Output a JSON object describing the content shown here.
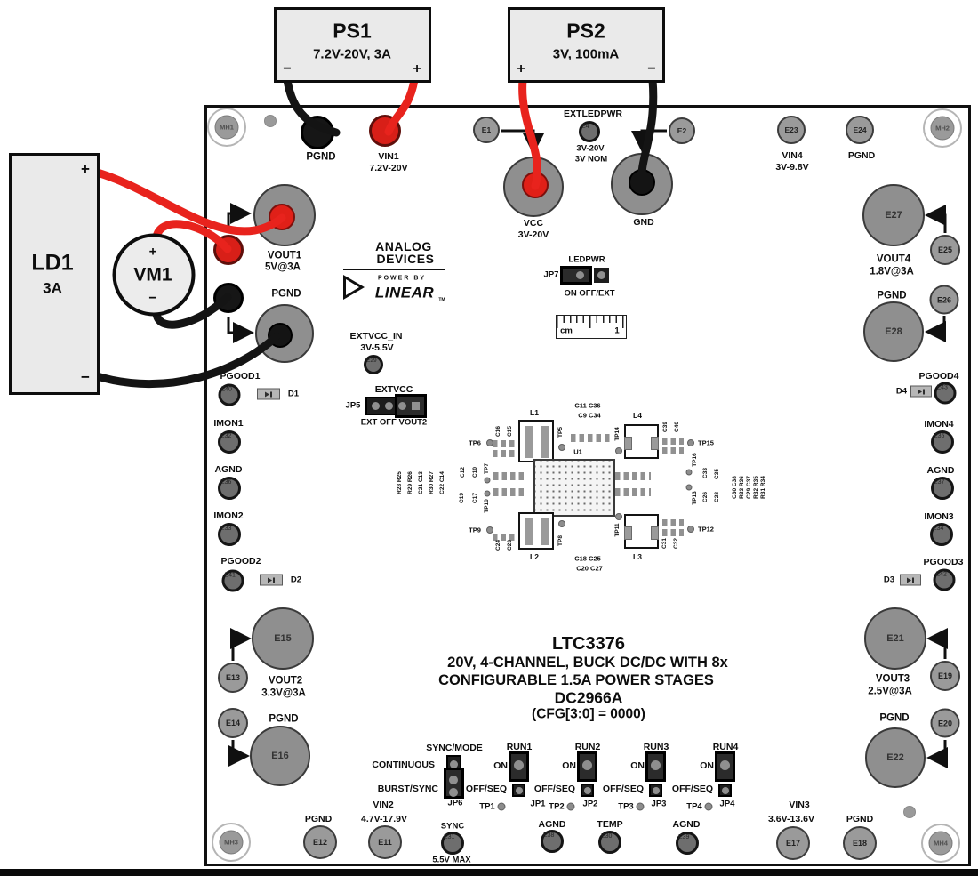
{
  "instruments": {
    "ps1": {
      "name": "PS1",
      "spec": "7.2V-20V, 3A"
    },
    "ps2": {
      "name": "PS2",
      "spec": "3V, 100mA"
    },
    "ld1": {
      "name": "LD1",
      "spec": "3A"
    },
    "vm1": {
      "name": "VM1"
    },
    "plus": "+",
    "minus": "−"
  },
  "board": {
    "pgnd": "PGND",
    "agnd": "AGND",
    "mh": {
      "mh1": "MH1",
      "mh2": "MH2",
      "mh3": "MH3",
      "mh4": "MH4"
    },
    "top": {
      "vin1": "VIN1",
      "vin1_range": "7.2V-20V",
      "e1": "E1",
      "vcc": "VCC",
      "vcc_range": "3V-20V",
      "extledpwr": "EXTLEDPWR",
      "e4": "E4",
      "e4_range": "3V-20V",
      "e4_nom": "3V NOM",
      "e2": "E2",
      "gnd": "GND",
      "e23": "E23",
      "vin4": "VIN4",
      "vin4_range": "3V-9.8V",
      "e24": "E24"
    },
    "left": {
      "vout1": "VOUT1",
      "vout1_spec": "5V@3A",
      "pgood1": "PGOOD1",
      "e40": "E40",
      "d1": "D1",
      "imon1": "IMON1",
      "e32": "E32",
      "e36": "E36",
      "imon2": "IMON2",
      "e33": "E33",
      "pgood2": "PGOOD2",
      "e41": "E41",
      "d2": "D2",
      "e15": "E15",
      "e13": "E13",
      "vout2": "VOUT2",
      "vout2_spec": "3.3V@3A",
      "e14": "E14",
      "e16": "E16"
    },
    "right": {
      "e27": "E27",
      "e25": "E25",
      "vout4": "VOUT4",
      "vout4_spec": "1.8V@3A",
      "e26": "E26",
      "e28": "E28",
      "pgood4": "PGOOD4",
      "d4": "D4",
      "e43": "E43",
      "imon4": "IMON4",
      "e35": "E35",
      "e37": "E37",
      "imon3": "IMON3",
      "e34": "E34",
      "pgood3": "PGOOD3",
      "d3": "D3",
      "e42": "E42",
      "e21": "E21",
      "e19": "E19",
      "vout3": "VOUT3",
      "vout3_spec": "2.5V@3A",
      "e20": "E20",
      "e22": "E22"
    },
    "bottom": {
      "e12": "E12",
      "vin2": "VIN2",
      "vin2_range": "4.7V-17.9V",
      "e11": "E11",
      "sync": "SYNC",
      "e31": "E31",
      "sync_max": "5.5V MAX",
      "e38": "E38",
      "temp": "TEMP",
      "e30": "E30",
      "e39": "E39",
      "vin3": "VIN3",
      "vin3_range": "3.6V-13.6V",
      "e17": "E17",
      "e18": "E18"
    },
    "logo": {
      "analog": "ANALOG",
      "devices": "DEVICES",
      "power_by": "POWER BY",
      "linear": "LINEAR",
      "tm": "TM"
    },
    "extvcc_in": {
      "label": "EXTVCC_IN",
      "range": "3V-5.5V",
      "e29": "E29"
    },
    "extvcc": {
      "label": "EXTVCC",
      "jp": "JP5",
      "legend": "EXT OFF VOUT2"
    },
    "ledpwr": {
      "label": "LEDPWR",
      "jp": "JP7",
      "legend": "ON OFF/EXT"
    },
    "ruler": {
      "cm": "cm",
      "one": "1"
    },
    "title": {
      "l1": "LTC3376",
      "l2": "20V, 4-CHANNEL, BUCK DC/DC WITH 8x",
      "l3": "CONFIGURABLE 1.5A POWER STAGES",
      "l4": "DC2966A",
      "l5": "(CFG[3:0] = 0000)"
    },
    "center": {
      "u1": "U1",
      "l1": "L1",
      "l2": "L2",
      "l3": "L3",
      "l4": "L4",
      "tp5": "TP5",
      "tp6": "TP6",
      "tp7": "TP7",
      "tp8": "TP8",
      "tp9": "TP9",
      "tp10": "TP10",
      "tp11": "TP11",
      "tp12": "TP12",
      "tp13": "TP13",
      "tp14": "TP14",
      "tp15": "TP15",
      "tp16": "TP16",
      "c16": "C16",
      "c15": "C15",
      "c24": "C24",
      "c23": "C23",
      "c39": "C39",
      "c40": "C40",
      "c31": "C31",
      "c32": "C32",
      "c12": "C12",
      "c10": "C10",
      "c19": "C19",
      "c17": "C17",
      "c33": "C33",
      "c35": "C35",
      "c26": "C26",
      "c28": "C28",
      "caps_t1": "C11 C36",
      "caps_t2": "C9 C34",
      "caps_b1": "C18 C25",
      "caps_b2": "C20 C27",
      "left_cols": [
        "R28 R25",
        "R29 R26",
        "C21 C13",
        "R30 R27",
        "C22 C14"
      ],
      "right_cols": [
        "C30 C38",
        "R33 R36",
        "C29 C37",
        "R32 R35",
        "R31 R34"
      ]
    },
    "run": {
      "sync_mode": "SYNC/MODE",
      "continuous": "CONTINUOUS",
      "burst_sync": "BURST/SYNC",
      "jp6": "JP6",
      "run1": "RUN1",
      "run2": "RUN2",
      "run3": "RUN3",
      "run4": "RUN4",
      "on": "ON",
      "off_seq": "OFF/SEQ",
      "jp1": "JP1",
      "jp2": "JP2",
      "jp3": "JP3",
      "jp4": "JP4",
      "tp1": "TP1",
      "tp2": "TP2",
      "tp3": "TP3",
      "tp4": "TP4"
    }
  }
}
